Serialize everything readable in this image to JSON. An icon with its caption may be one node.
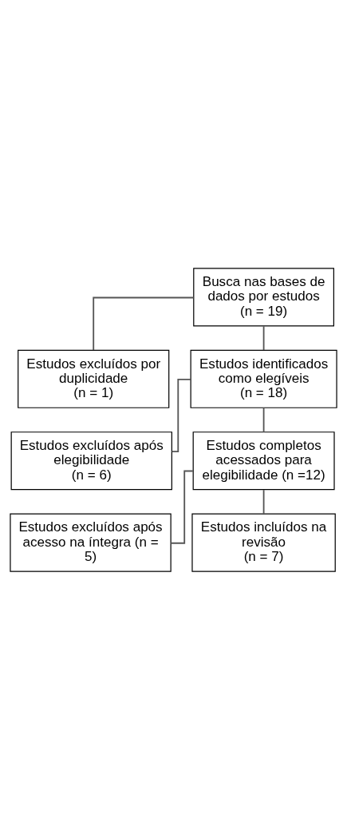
{
  "diagram": {
    "nodes": [
      {
        "text": [
          "Busca nas bases de dados por estudos",
          "(n = 19)"
        ]
      },
      {
        "text": [
          "Estudos excluídos por duplicidade",
          "(n = 1)"
        ]
      },
      {
        "text": [
          "Estudos identificados como elegíveis",
          "(n = 18)"
        ]
      },
      {
        "text": [
          "Estudos excluídos após elegibilidade",
          "(n = 6)"
        ]
      },
      {
        "text": [
          "Estudos completos acessados para elegibilidade (n =12)"
        ]
      },
      {
        "text": [
          "Estudos excluídos após acesso na íntegra (n = 5)"
        ]
      },
      {
        "text": [
          "Estudos incluídos na revisão",
          "(n = 7)"
        ]
      }
    ],
    "edges": [
      {
        "from": 0,
        "to": 1,
        "arrow": "none"
      },
      {
        "from": 0,
        "to": 2,
        "arrow": "none"
      },
      {
        "from": 2,
        "to": 3,
        "arrow": "none"
      },
      {
        "from": 2,
        "to": 4,
        "arrow": "none"
      },
      {
        "from": 4,
        "to": 5,
        "arrow": "none"
      },
      {
        "from": 4,
        "to": 6,
        "arrow": "none"
      }
    ]
  }
}
